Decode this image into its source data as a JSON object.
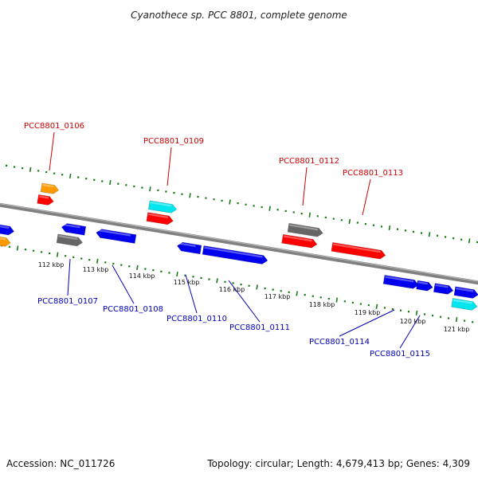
{
  "title": "Cyanothece sp. PCC 8801, complete genome",
  "footer": {
    "accession": "Accession: NC_011726",
    "summary": "Topology: circular; Length: 4,679,413 bp; Genes: 4,309"
  },
  "colors": {
    "backbone": "#808080",
    "tick": "#1a7a1a",
    "label_top": "#cc0000",
    "label_bottom": "#0000bb",
    "gene_red": "#ff0000",
    "gene_blue": "#0000ee",
    "gene_cyan": "#00e5ee",
    "gene_gray": "#666666",
    "gene_orange": "#ff9900"
  },
  "axis": {
    "unit": "kbp",
    "ticks": [
      "112 kbp",
      "113 kbp",
      "114 kbp",
      "115 kbp",
      "116 kbp",
      "117 kbp",
      "118 kbp",
      "119 kbp",
      "120 kbp",
      "121 kbp"
    ]
  },
  "genes": [
    {
      "color": "gene_blue",
      "strand": "+",
      "row": 2
    },
    {
      "color": "gene_orange",
      "strand": "+",
      "row": 3
    },
    {
      "color": "gene_orange",
      "strand": "+",
      "row": -2
    },
    {
      "color": "gene_red",
      "strand": "+",
      "row": -1
    },
    {
      "color": "gene_blue",
      "strand": "-",
      "row": 1
    },
    {
      "color": "gene_gray",
      "strand": "+",
      "row": 2
    },
    {
      "color": "gene_blue",
      "strand": "-",
      "row": 1
    },
    {
      "color": "gene_cyan",
      "strand": "+",
      "row": -2
    },
    {
      "color": "gene_red",
      "strand": "+",
      "row": -1
    },
    {
      "color": "gene_blue",
      "strand": "-",
      "row": 1
    },
    {
      "color": "gene_blue",
      "strand": "+",
      "row": 1
    },
    {
      "color": "gene_gray",
      "strand": "+",
      "row": -2
    },
    {
      "color": "gene_red",
      "strand": "+",
      "row": -1
    },
    {
      "color": "gene_red",
      "strand": "+",
      "row": -1
    },
    {
      "color": "gene_blue",
      "strand": "+",
      "row": 1
    },
    {
      "color": "gene_blue",
      "strand": "+",
      "row": 1
    },
    {
      "color": "gene_blue",
      "strand": "+",
      "row": 1
    },
    {
      "color": "gene_blue",
      "strand": "+",
      "row": 1
    },
    {
      "color": "gene_cyan",
      "strand": "+",
      "row": 2
    }
  ],
  "gene_labels": [
    {
      "text": "PCC8801_0106",
      "side": "top"
    },
    {
      "text": "PCC8801_0109",
      "side": "top"
    },
    {
      "text": "PCC8801_0112",
      "side": "top"
    },
    {
      "text": "PCC8801_0113",
      "side": "top"
    },
    {
      "text": "PCC8801_0107",
      "side": "bottom"
    },
    {
      "text": "PCC8801_0108",
      "side": "bottom"
    },
    {
      "text": "PCC8801_0110",
      "side": "bottom"
    },
    {
      "text": "PCC8801_0111",
      "side": "bottom"
    },
    {
      "text": "PCC8801_0114",
      "side": "bottom"
    },
    {
      "text": "PCC8801_0115",
      "side": "bottom"
    }
  ]
}
